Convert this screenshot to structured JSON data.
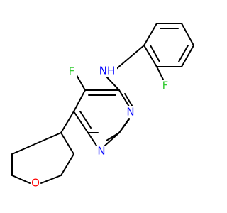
{
  "molecule": {
    "atoms": {
      "fluoro_aryl": {
        "label": "F",
        "color": "#33cc33"
      },
      "fluoro_pyrimidine": {
        "label": "F",
        "color": "#33cc33"
      },
      "amine": {
        "label": "NH",
        "color": "#0000ff"
      },
      "ring_n_top": {
        "label": "N",
        "color": "#0000ff"
      },
      "ring_n_bottom": {
        "label": "N",
        "color": "#0000ff"
      },
      "oxane_o": {
        "label": "O",
        "color": "#ff0000"
      }
    }
  }
}
